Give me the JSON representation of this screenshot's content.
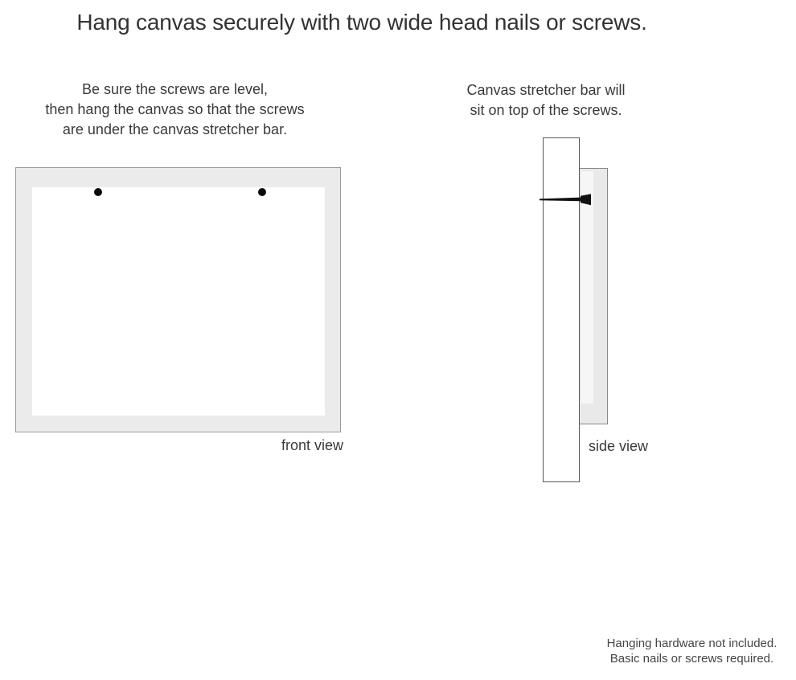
{
  "title": "Hang canvas securely with two wide head nails or screws.",
  "instructions": {
    "left_lines": [
      "Be sure the screws are level,",
      "then hang the canvas so that the screws",
      "are under the canvas stretcher bar."
    ],
    "right_lines": [
      "Canvas stretcher bar will",
      "sit on top of the screws."
    ]
  },
  "front_view": {
    "label": "front view",
    "screw_count": 2
  },
  "side_view": {
    "label": "side view"
  },
  "footnote_lines": [
    "Hanging hardware not included.",
    "Basic nails or screws required."
  ],
  "colors": {
    "background": "#ffffff",
    "canvas_frame_gray": "#ebebeb",
    "frame_border": "#9a9a9a",
    "wall_border": "#555555",
    "canvas_side_gray": "#e9e9e9",
    "canvas_side_inner": "#f6f6f6",
    "nail_black": "#111111",
    "text": "#3a3a3a"
  }
}
